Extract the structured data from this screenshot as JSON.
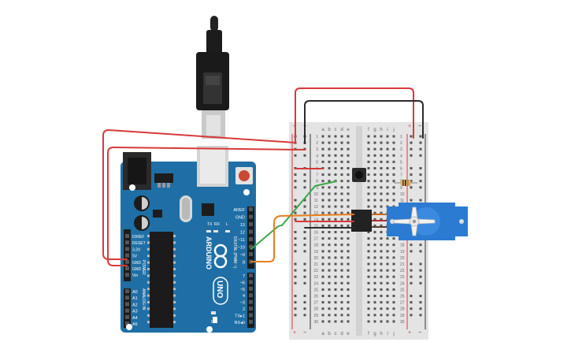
{
  "arduino": {
    "brand": "ARDUINO",
    "model": "UNO",
    "power_header_title": "POWER",
    "analog_header_title": "ANALOG IN",
    "digital_header_title": "DIGITAL (PWM ~)",
    "led_labels": [
      "TX",
      "RX",
      "L"
    ],
    "power_pins": [
      "IOREF",
      "RESET",
      "3.3V",
      "5V",
      "GND",
      "GND",
      "Vin"
    ],
    "analog_pins": [
      "A0",
      "A1",
      "A2",
      "A3",
      "A4",
      "A5"
    ],
    "digital_pins_top": [
      "AREF",
      "GND",
      "13",
      "12",
      "~11",
      "~10",
      "~9",
      "8"
    ],
    "digital_pins_bottom": [
      "7",
      "~6",
      "~5",
      "4",
      "~3",
      "2",
      "TX▸1",
      "RX◂0"
    ],
    "on_label": "ON"
  },
  "breadboard": {
    "columns_left": [
      "a",
      "b",
      "c",
      "d",
      "e"
    ],
    "columns_right": [
      "f",
      "g",
      "h",
      "i",
      "j"
    ],
    "rail_plus": "+",
    "rail_minus": "−",
    "row_count": 30
  },
  "components": [
    "usb-cable",
    "arduino-uno",
    "breadboard",
    "pushbutton",
    "resistor",
    "micro-servo"
  ],
  "colors": {
    "board_blue": "#1f6fa6",
    "wire_red": "#d93a3a",
    "wire_black": "#2b2b2b",
    "wire_green": "#3aa847",
    "wire_orange": "#ea7e1f",
    "servo_blue": "#2c7bd3"
  }
}
